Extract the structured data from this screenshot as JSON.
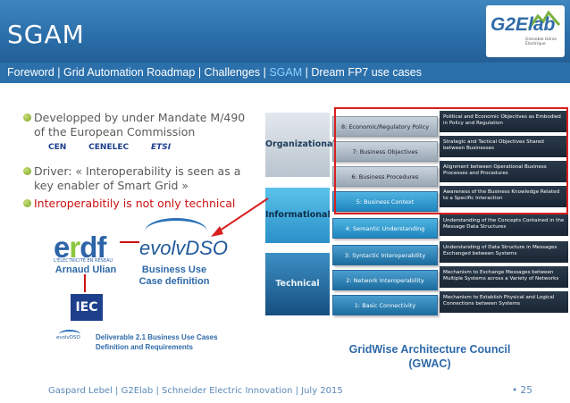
{
  "slide": {
    "title": "SGAM",
    "logo": {
      "main": "G2Elab",
      "sub": "Grenoble Génie Électrique"
    },
    "nav": [
      {
        "label": "Foreword",
        "active": false
      },
      {
        "label": "Grid Automation Roadmap",
        "active": false
      },
      {
        "label": "Challenges",
        "active": false
      },
      {
        "label": "SGAM",
        "active": true
      },
      {
        "label": "Dream FP7 use cases",
        "active": false
      }
    ],
    "nav_separator": "|",
    "bullets": [
      {
        "text": "Developped by under Mandate M/490 of the European Commission",
        "style": "normal"
      },
      {
        "text": "Driver: « Interoperability is seen as a key enabler of Smart Grid »",
        "style": "normal"
      },
      {
        "text": "Interoperabitily is not only technical",
        "style": "red"
      }
    ],
    "org_logos": [
      "CEN",
      "CENELEC",
      "ETSI"
    ],
    "logos": {
      "erdf": "erdf",
      "erdf_sub": "L'ÉLECTRICITÉ EN RÉSEAU",
      "evolvdso": "evolvDSO",
      "iec": "IEC",
      "evolvdso_small": "evolvDSO"
    },
    "captions": {
      "arnaud": "Arnaud Ulian",
      "business_use": "Business Use",
      "case_definition": "Case definition",
      "deliverable_line1": "Deliverable 2.1 Business Use Cases",
      "deliverable_line2": "Definition and Requirements"
    },
    "gwac": {
      "line1": "GridWise Architecture Council",
      "line2": "(GWAC)"
    },
    "footer": "Gaspard Lebel | G2Elab | Schneider Electric Innovation | July 2015",
    "page_number": "• 25"
  },
  "diagram": {
    "categories": [
      "Organizational",
      "Informational",
      "Technical"
    ],
    "layers": [
      {
        "label": "8: Economic/Regulatory Policy",
        "desc": "Political and Economic Objectives as Embodied in Policy and Regulation",
        "group": "org"
      },
      {
        "label": "7: Business Objectives",
        "desc": "Strategic and Tactical Objectives Shared between Businesses",
        "group": "org"
      },
      {
        "label": "6: Business Procedures",
        "desc": "Alignment between Operational Business Processes and Procedures",
        "group": "org"
      },
      {
        "label": "5: Business Context",
        "desc": "Awareness of the Business Knowledge Related to a Specific Interaction",
        "group": "info"
      },
      {
        "label": "4: Semantic Understanding",
        "desc": "Understanding of the Concepts Contained in the Message Data Structures",
        "group": "info"
      },
      {
        "label": "3: Syntactic Interoperability",
        "desc": "Understanding of Data Structure in Messages Exchanged between Systems",
        "group": "tech"
      },
      {
        "label": "2: Network Interoperability",
        "desc": "Mechanism to Exchange Messages between Multiple Systems across a Variety of Networks",
        "group": "tech"
      },
      {
        "label": "1: Basic Connectivity",
        "desc": "Mechanism to Establish Physical and Logical Connections between Systems",
        "group": "tech"
      }
    ]
  }
}
